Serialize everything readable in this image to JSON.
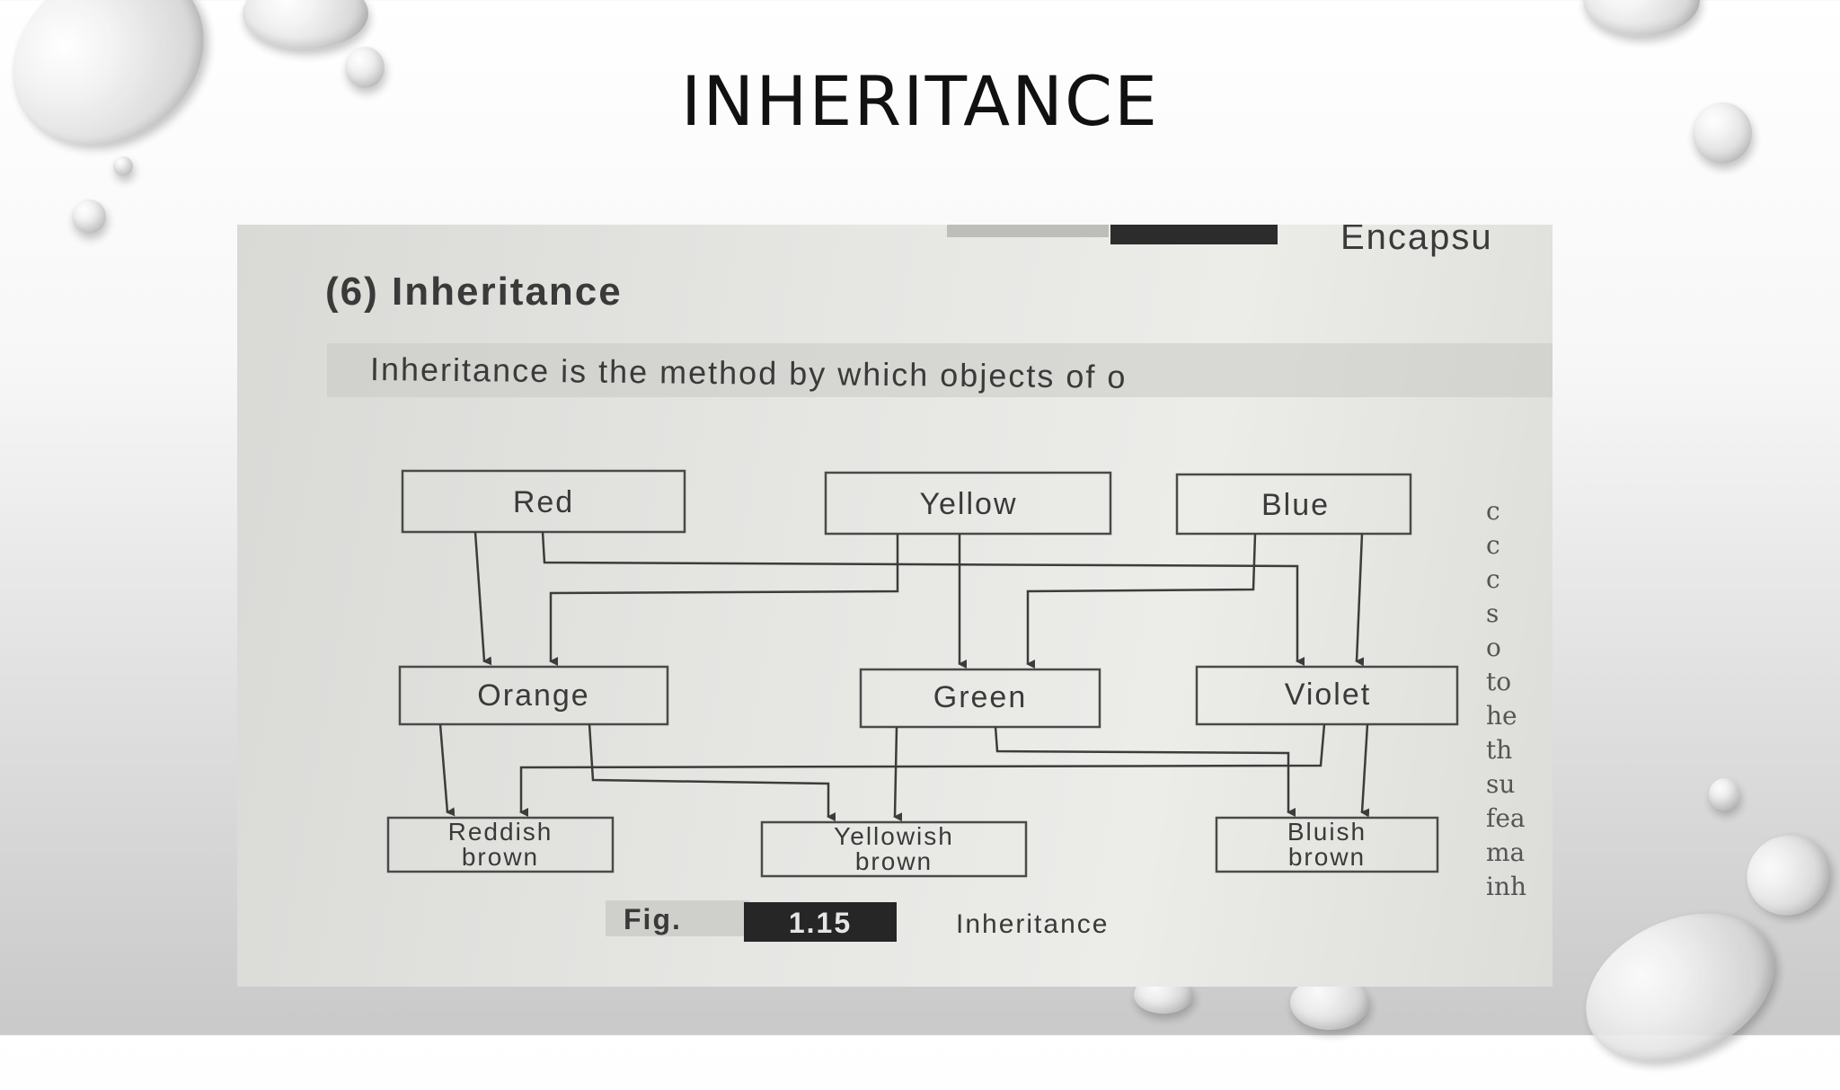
{
  "slide": {
    "title": "INHERITANCE"
  },
  "photo": {
    "heading": "(6)  Inheritance",
    "intro_text": "Inheritance is the method by which objects of o",
    "cut_top_text": "Encapsu",
    "margin_fragments": [
      "c",
      "c",
      "c",
      "s",
      "o",
      "to",
      "he",
      "th",
      "su",
      "fea",
      "ma",
      "inh"
    ]
  },
  "diagram": {
    "nodes": {
      "red": "Red",
      "yellow": "Yellow",
      "blue": "Blue",
      "orange": "Orange",
      "green": "Green",
      "violet": "Violet",
      "reddish_brown_1": "Reddish",
      "reddish_brown_2": "brown",
      "yellowish_brown_1": "Yellowish",
      "yellowish_brown_2": "brown",
      "bluish_brown_1": "Bluish",
      "bluish_brown_2": "brown"
    },
    "edges": [
      [
        "red",
        "orange"
      ],
      [
        "yellow",
        "orange"
      ],
      [
        "yellow",
        "green"
      ],
      [
        "blue",
        "green"
      ],
      [
        "red",
        "violet"
      ],
      [
        "blue",
        "violet"
      ],
      [
        "orange",
        "reddish_brown"
      ],
      [
        "violet",
        "reddish_brown"
      ],
      [
        "orange",
        "yellowish_brown"
      ],
      [
        "green",
        "yellowish_brown"
      ],
      [
        "green",
        "bluish_brown"
      ],
      [
        "violet",
        "bluish_brown"
      ]
    ],
    "caption": {
      "fig_label": "Fig.",
      "fig_number": "1.15",
      "fig_title": "Inheritance"
    }
  }
}
